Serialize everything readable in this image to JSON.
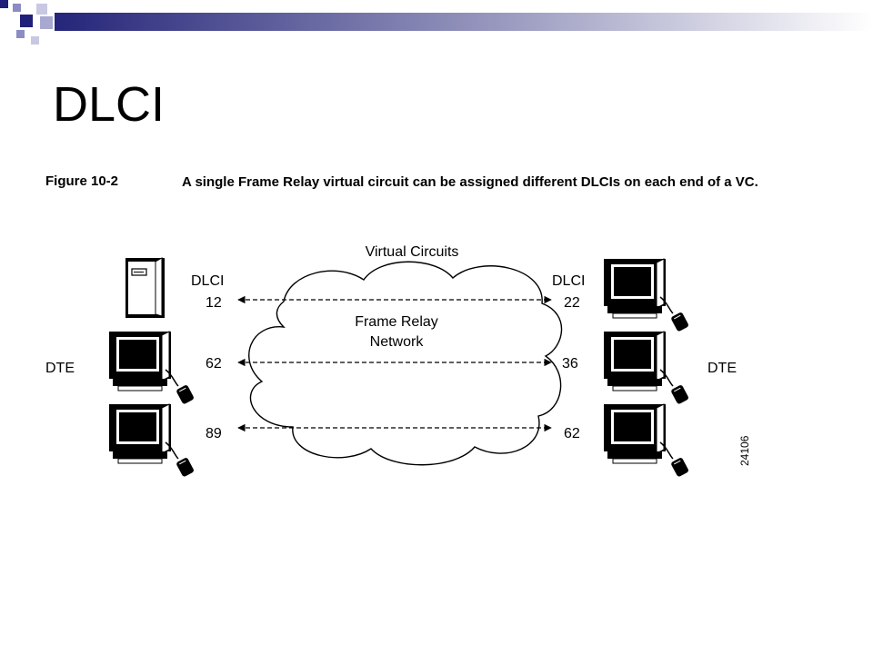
{
  "slide": {
    "title": "DLCI"
  },
  "figure": {
    "label": "Figure 10-2",
    "caption": "A single Frame Relay virtual circuit can be assigned different DLCIs on each end of a VC."
  },
  "diagram": {
    "virtual_circuits_label": "Virtual Circuits",
    "network_label_line1": "Frame Relay",
    "network_label_line2": "Network",
    "left_dte_label": "DTE",
    "right_dte_label": "DTE",
    "left_dlci_header": "DLCI",
    "right_dlci_header": "DLCI",
    "left_dlcis": [
      "12",
      "62",
      "89"
    ],
    "right_dlcis": [
      "22",
      "36",
      "62"
    ],
    "figure_id": "24106"
  }
}
